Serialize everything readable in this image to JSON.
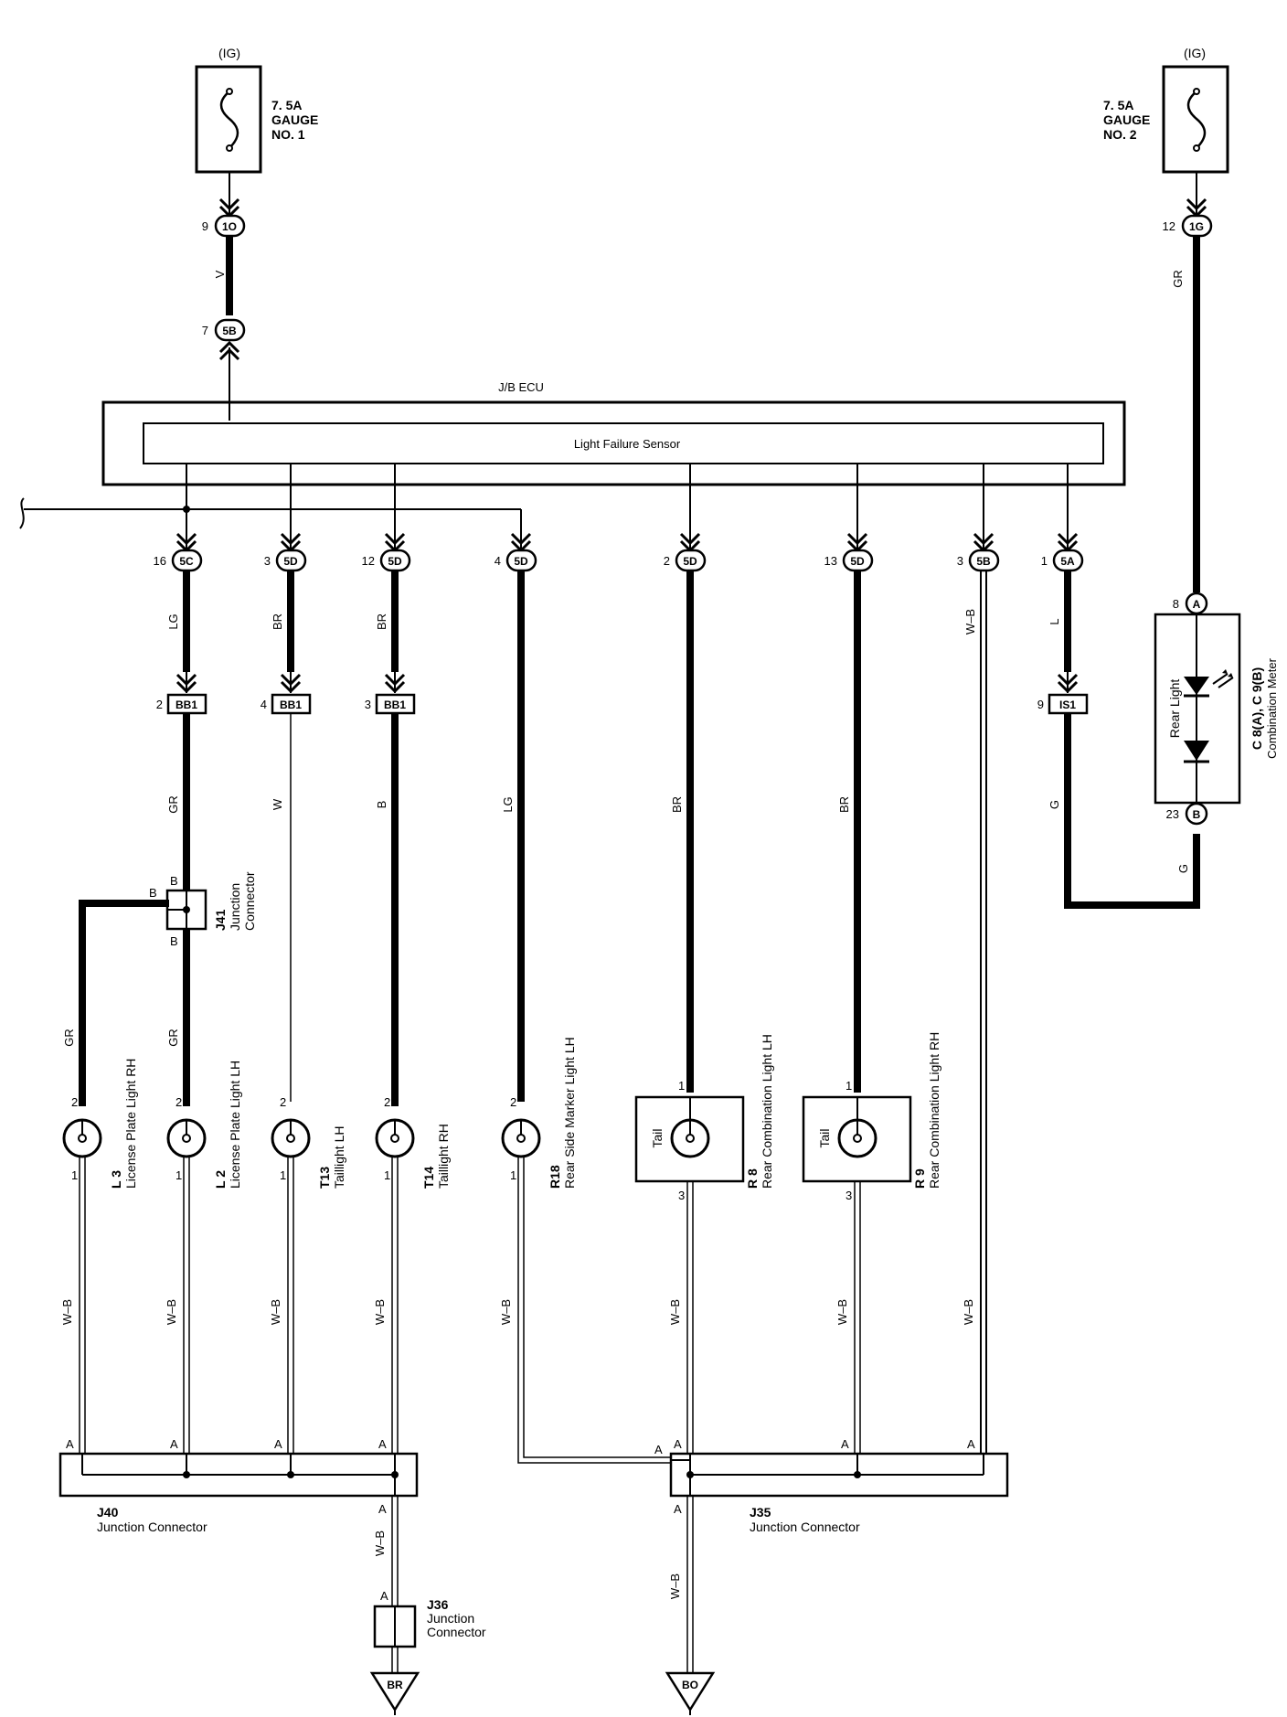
{
  "fuses": [
    {
      "ig": "(IG)",
      "rating": "7. 5A",
      "name": "GAUGE",
      "no": "NO. 1"
    },
    {
      "ig": "(IG)",
      "rating": "7. 5A",
      "name": "GAUGE",
      "no": "NO. 2"
    }
  ],
  "top_conn": {
    "left_upper": {
      "pin": "9",
      "code": "1O"
    },
    "left_lower": {
      "pin": "7",
      "code": "5B"
    },
    "left_wire": "V",
    "right_upper": {
      "pin": "12",
      "code": "1G"
    },
    "right_wire": "GR"
  },
  "ecu": {
    "label": "J/B ECU",
    "sensor": "Light Failure Sensor"
  },
  "ecu_conns": [
    {
      "pin": "16",
      "code": "5C"
    },
    {
      "pin": "3",
      "code": "5D"
    },
    {
      "pin": "12",
      "code": "5D"
    },
    {
      "pin": "4",
      "code": "5D"
    },
    {
      "pin": "2",
      "code": "5D"
    },
    {
      "pin": "13",
      "code": "5D"
    },
    {
      "pin": "3",
      "code": "5B"
    },
    {
      "pin": "1",
      "code": "5A"
    }
  ],
  "wires_upper": [
    "LG",
    "BR",
    "BR",
    "LG",
    "BR",
    "BR",
    "W–B",
    "L"
  ],
  "bb_conns": [
    {
      "pin": "2",
      "code": "BB1"
    },
    {
      "pin": "4",
      "code": "BB1"
    },
    {
      "pin": "3",
      "code": "BB1"
    },
    {
      "pin": "9",
      "code": "IS1"
    }
  ],
  "wires_mid": [
    "GR",
    "W",
    "B",
    "G"
  ],
  "j41": {
    "id": "J41",
    "name": "Junction",
    "name2": "Connector",
    "pin_top": "B",
    "pin_left": "B",
    "pin_bottom": "B"
  },
  "wires_low": [
    "GR",
    "GR"
  ],
  "meter": {
    "pin_a": "8",
    "term_a": "A",
    "pin_b": "23",
    "term_b": "B",
    "inside": "Rear Light",
    "id": "C 8(A), C 9(B)",
    "name": "Combination Meter",
    "wire_out": "G"
  },
  "bulbs": [
    {
      "id": "L 3",
      "name": "License Plate Light RH",
      "pin_in": "2",
      "pin_out": "1"
    },
    {
      "id": "L 2",
      "name": "License Plate Light LH",
      "pin_in": "2",
      "pin_out": "1"
    },
    {
      "id": "T13",
      "name": "Taillight LH",
      "pin_in": "2",
      "pin_out": "1"
    },
    {
      "id": "T14",
      "name": "Taillight RH",
      "pin_in": "2",
      "pin_out": "1"
    },
    {
      "id": "R18",
      "name": "Rear Side Marker Light LH",
      "pin_in": "2",
      "pin_out": "1"
    }
  ],
  "combo_lights": [
    {
      "id": "R 8",
      "name": "Rear Combination Light LH",
      "inside": "Tail",
      "pin_in": "1",
      "pin_out": "3"
    },
    {
      "id": "R 9",
      "name": "Rear Combination Light RH",
      "inside": "Tail",
      "pin_in": "1",
      "pin_out": "3"
    }
  ],
  "wb": "W–B",
  "pin_a": "A",
  "j40": {
    "id": "J40",
    "name": "Junction Connector"
  },
  "j35": {
    "id": "J35",
    "name": "Junction Connector"
  },
  "j36": {
    "id": "J36",
    "name": "Junction",
    "name2": "Connector"
  },
  "grounds": [
    "BR",
    "BO"
  ]
}
